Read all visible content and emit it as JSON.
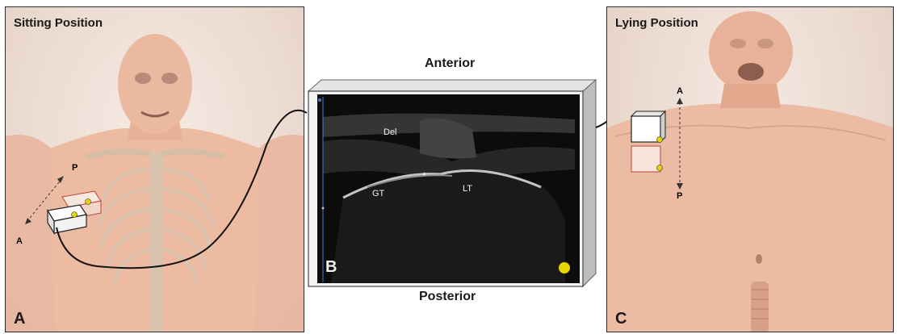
{
  "left_panel": {
    "title": "Sitting Position",
    "letter": "A",
    "probe_label_1": "P",
    "probe_label_2": "A"
  },
  "center_panel": {
    "top_label": "Anterior",
    "bottom_label": "Posterior",
    "letter": "B",
    "structures": [
      "Del",
      "GT",
      "LT",
      "*"
    ]
  },
  "right_panel": {
    "title": "Lying Position",
    "letter": "C",
    "probe_label_1": "A",
    "probe_label_2": "P"
  },
  "colors": {
    "skin": "#e8b49c",
    "marker_yellow": "#e6d600",
    "ultrasound_bg": "#0c0c0c"
  }
}
